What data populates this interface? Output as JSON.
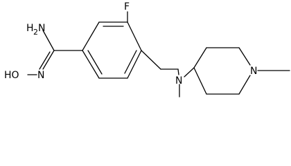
{
  "structure": {
    "atoms": {
      "amidine_nh2": {
        "symbol": "N",
        "label": "H",
        "subscript": "2"
      },
      "oxime_n": {
        "label": "N"
      },
      "hydroxyl": {
        "label": "HO"
      },
      "fluorine": {
        "label": "F"
      },
      "amine_n": {
        "label": "N"
      },
      "piperidine_n": {
        "label": "N"
      }
    }
  }
}
